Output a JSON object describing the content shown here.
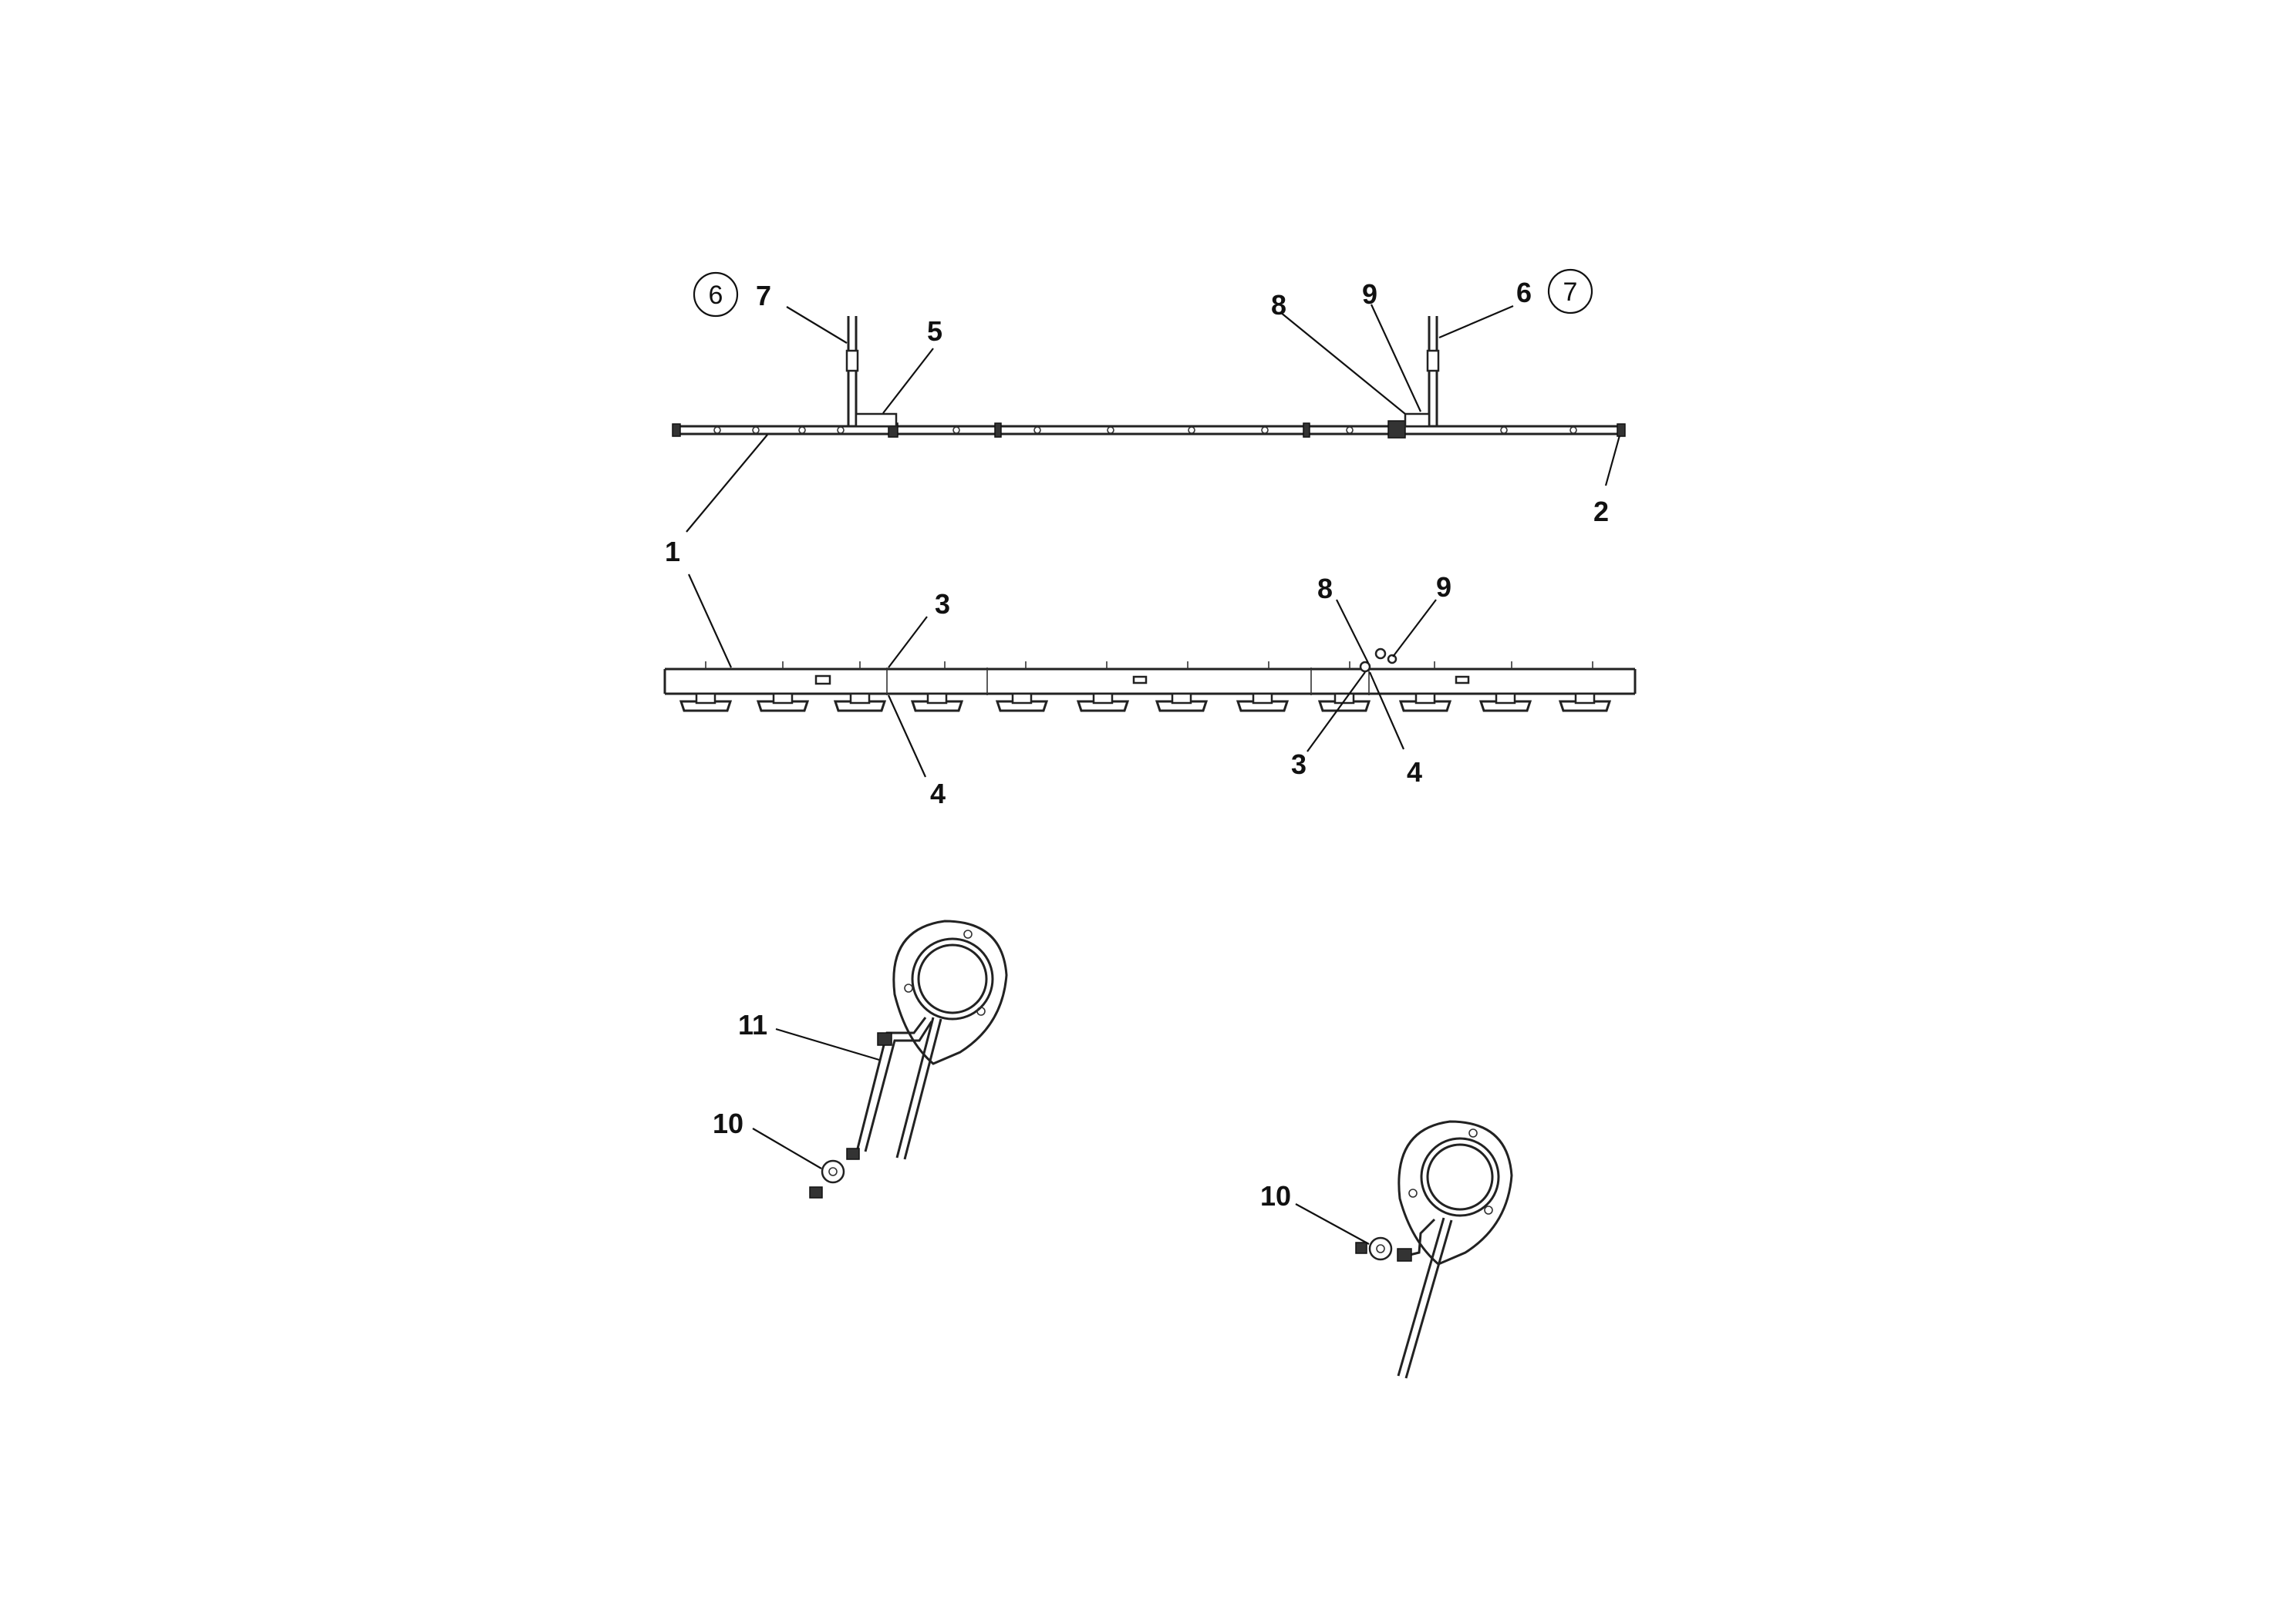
{
  "callouts": {
    "c6_circled": "6",
    "c7_top_left": "7",
    "c5": "5",
    "c8_top": "8",
    "c9_top": "9",
    "c6_top_right": "6",
    "c7_circled": "7",
    "c1": "1",
    "c2": "2",
    "c3_left": "3",
    "c4_left": "4",
    "c8_mid": "8",
    "c9_mid": "9",
    "c3_right": "3",
    "c4_right": "4",
    "c11": "11",
    "c10_left": "10",
    "c10_right": "10"
  },
  "colors": {
    "line": "#222222",
    "background": "#ffffff"
  }
}
